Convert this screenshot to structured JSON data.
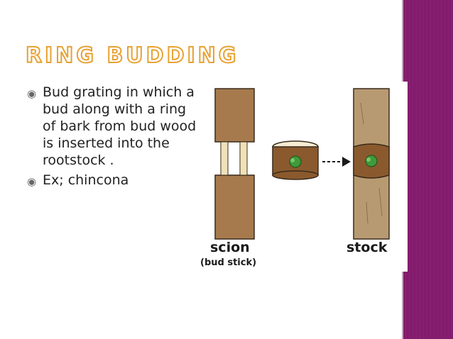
{
  "slide": {
    "title": "RING BUDDING",
    "bullets": [
      {
        "icon": "target-bullet-icon",
        "text": "Bud grating in which a bud along with a ring of bark from bud wood is inserted into the rootstock ."
      },
      {
        "icon": "target-bullet-icon",
        "text": "Ex; chincona"
      }
    ],
    "figure": {
      "scion_label": "scion",
      "scion_sublabel": "(bud stick)",
      "stock_label": "stock"
    },
    "colors": {
      "title_outline": "#e7a233",
      "sidebar": "#8a1f73",
      "wood": "#b2865a",
      "bark_ring": "#8a5a2e",
      "bud": "#3f9a3a"
    }
  }
}
